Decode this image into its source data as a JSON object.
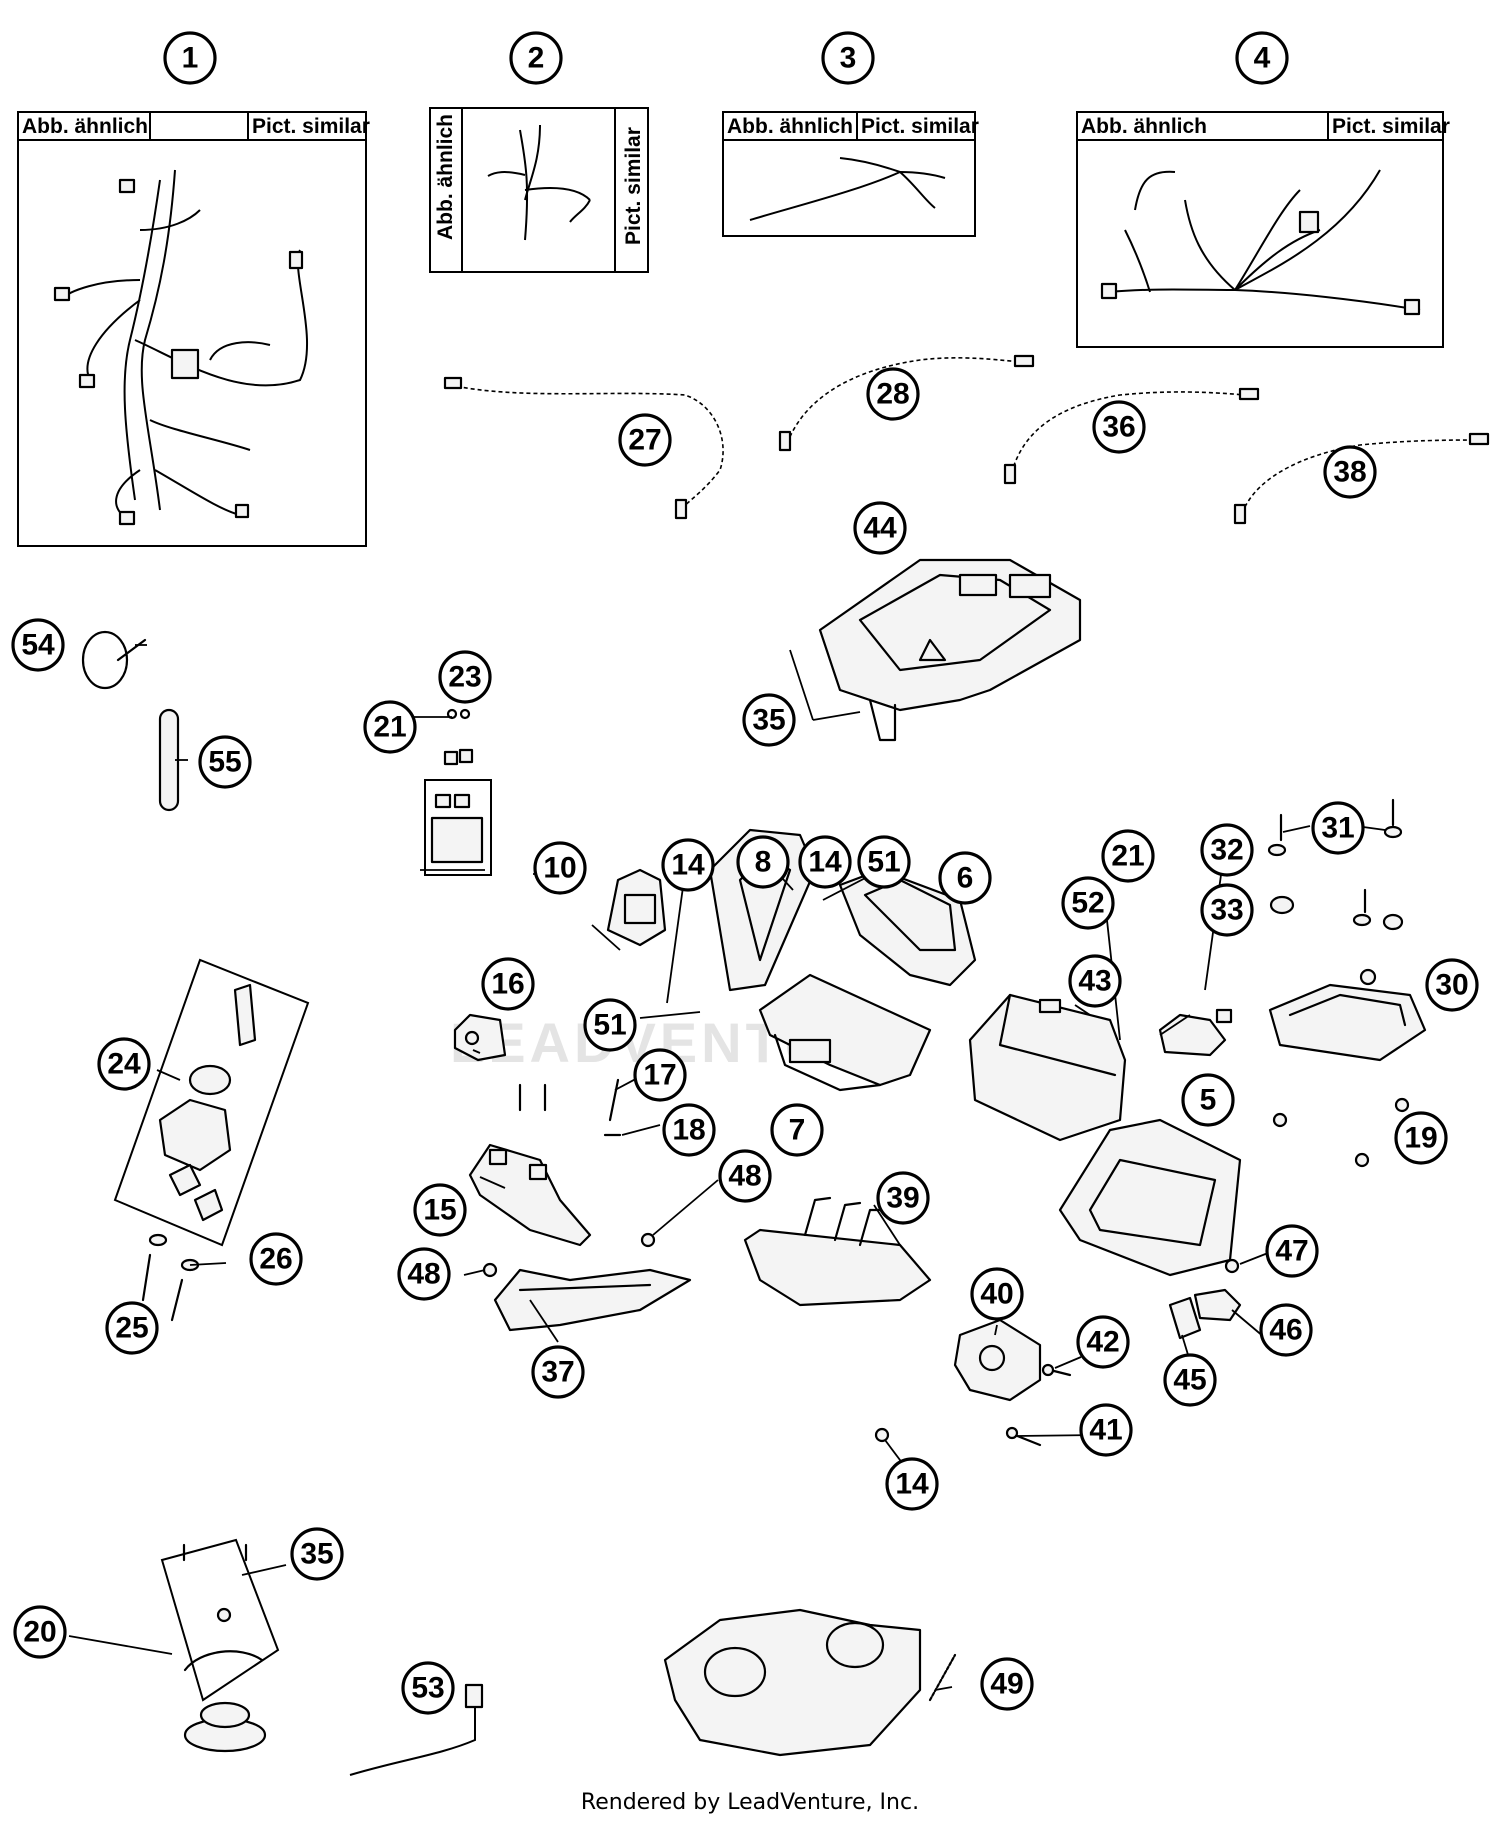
{
  "pict_labels": {
    "de": "Abb. ähnlich",
    "en": "Pict. similar"
  },
  "watermark": "LEADVENTURE",
  "footer": "Rendered by LeadVenture, Inc.",
  "callouts": [
    "1",
    "2",
    "3",
    "4",
    "27",
    "28",
    "36",
    "38",
    "44",
    "54",
    "55",
    "23",
    "21",
    "35",
    "10",
    "14",
    "8",
    "14",
    "51",
    "6",
    "21",
    "52",
    "31",
    "32",
    "33",
    "16",
    "51",
    "17",
    "18",
    "43",
    "7",
    "30",
    "5",
    "19",
    "24",
    "15",
    "48",
    "39",
    "26",
    "48",
    "25",
    "37",
    "40",
    "42",
    "47",
    "46",
    "45",
    "41",
    "14",
    "35",
    "20",
    "53",
    "49"
  ]
}
